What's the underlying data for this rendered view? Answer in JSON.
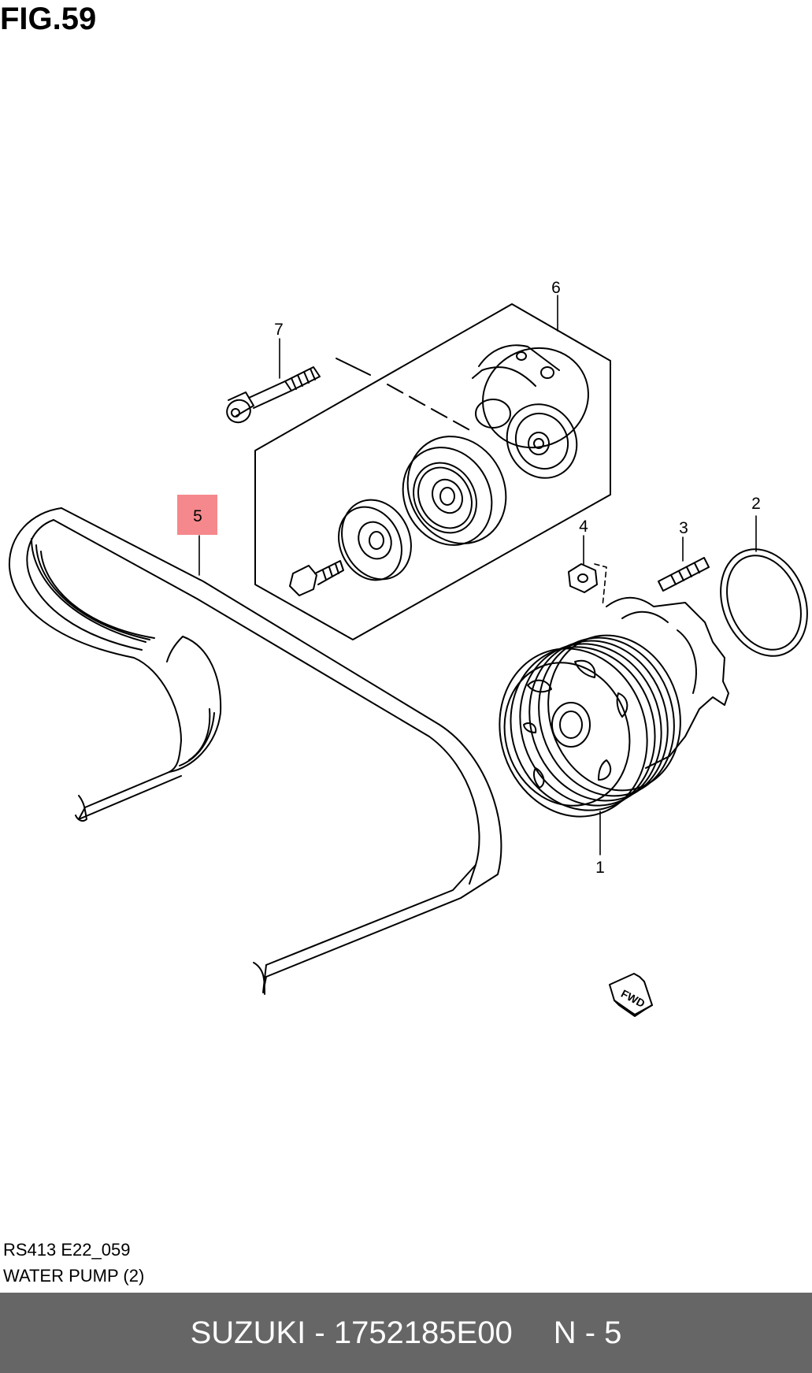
{
  "figure": {
    "title": "FIG.59"
  },
  "callouts": [
    {
      "id": "1",
      "label": "1",
      "highlighted": false
    },
    {
      "id": "2",
      "label": "2",
      "highlighted": false
    },
    {
      "id": "3",
      "label": "3",
      "highlighted": false
    },
    {
      "id": "4",
      "label": "4",
      "highlighted": false
    },
    {
      "id": "5",
      "label": "5",
      "highlighted": true
    },
    {
      "id": "6",
      "label": "6",
      "highlighted": false
    },
    {
      "id": "7",
      "label": "7",
      "highlighted": false
    }
  ],
  "direction_marker": {
    "label": "FWD"
  },
  "caption": {
    "code": "RS413 E22_059",
    "section": "WATER PUMP (2)"
  },
  "footer": {
    "part": "SUZUKI - 1752185E00",
    "ref": "N - 5"
  },
  "colors": {
    "highlight": "#f47b7f",
    "footer_bg": "#666666",
    "footer_text": "#ffffff"
  }
}
